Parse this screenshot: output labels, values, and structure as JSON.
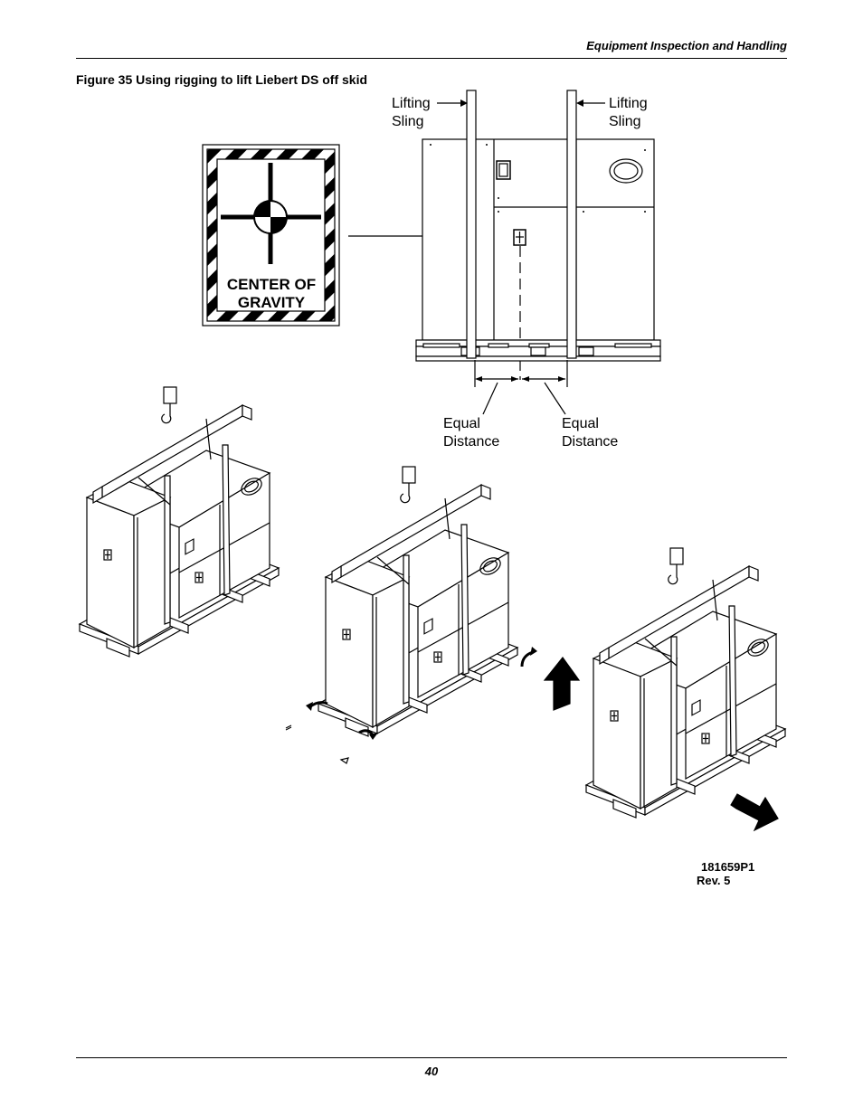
{
  "header": {
    "section_title": "Equipment Inspection and Handling"
  },
  "figure": {
    "caption": "Figure 35  Using rigging to lift Liebert DS off skid",
    "cog_sign": {
      "line1": "CENTER OF",
      "line2": "GRAVITY"
    },
    "labels": {
      "lifting_sling_left_1": "Lifting",
      "lifting_sling_left_2": "Sling",
      "lifting_sling_right_1": "Lifting",
      "lifting_sling_right_2": "Sling",
      "equal_distance_left_1": "Equal",
      "equal_distance_left_2": "Distance",
      "equal_distance_right_1": "Equal",
      "equal_distance_right_2": "Distance"
    },
    "drawing_code": "181659P1",
    "drawing_rev": "Rev. 5"
  },
  "footer": {
    "page_number": "40"
  }
}
